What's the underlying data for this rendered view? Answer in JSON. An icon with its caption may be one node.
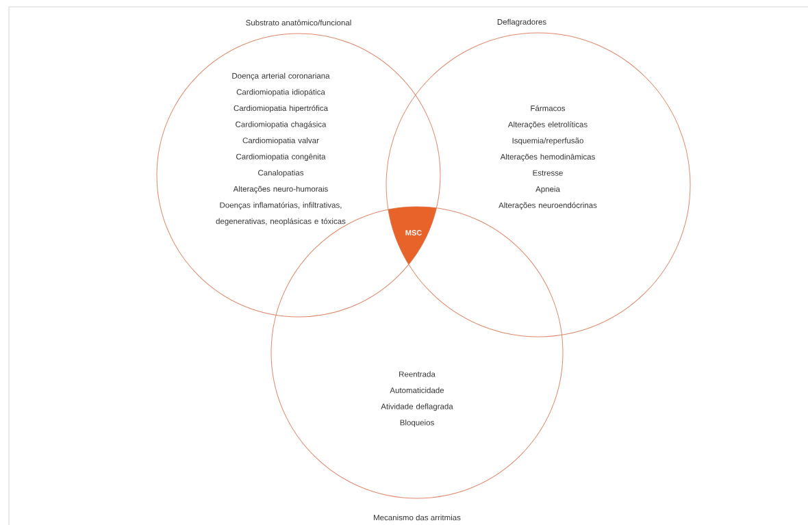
{
  "diagram": {
    "nodes": [
      {
        "text": [
          "Substrato anatômico/funcional",
          "Doença arterial coronariana",
          "Cardiomiopatia idiopática",
          "Cardiomiopatia hipertrófica",
          "Cardiomiopatia chagásica",
          "Cardiomiopatia valvar",
          "Cardiomiopatia congênita",
          "Canalopatias",
          "Alterações neuro-humorais",
          "Doenças inflamatórias, infiltrativas, degenerativas, neoplásicas e tóxicas"
        ]
      },
      {
        "text": [
          "Deflagradores",
          "Fármacos",
          "Alterações eletrolíticas",
          "Isquemia/reperfusão",
          "Alterações hemodinâmicas",
          "Estresse",
          "Apneia",
          "Alterações neuroendócrinas"
        ]
      },
      {
        "text": [
          "Reentrada",
          "Automaticidade",
          "Atividade deflagrada",
          "Bloqueios",
          "Mecanismo das arritmias"
        ]
      },
      {
        "text": [
          "MSC"
        ]
      }
    ]
  }
}
